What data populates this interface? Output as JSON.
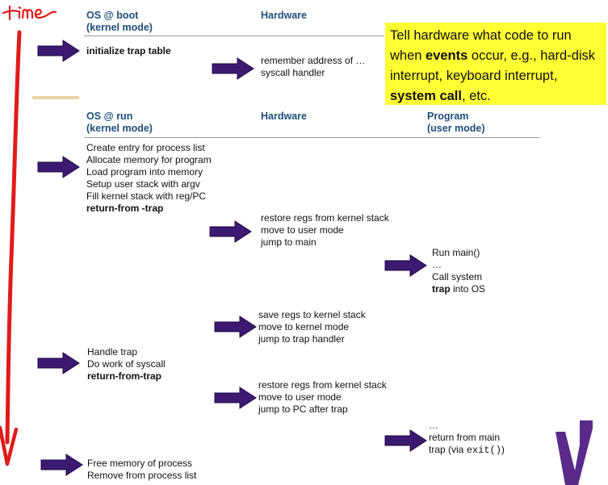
{
  "annotation": {
    "handwritten": "time"
  },
  "boot": {
    "os_header": [
      "OS @ boot",
      "(kernel mode)"
    ],
    "hw_header": "Hardware",
    "os_step": "initialize trap table",
    "hw_step": [
      "remember address of …",
      "syscall handler"
    ]
  },
  "callout": {
    "parts": [
      {
        "t": "Tell hardware what code to run when ",
        "b": false
      },
      {
        "t": "events",
        "b": true
      },
      {
        "t": " occur, e.g., hard-disk interrupt, keyboard interrupt, ",
        "b": false
      },
      {
        "t": "system call",
        "b": true
      },
      {
        "t": ", etc.",
        "b": false
      }
    ]
  },
  "run": {
    "os_header": [
      "OS @ run",
      "(kernel mode)"
    ],
    "hw_header": "Hardware",
    "prog_header": [
      "Program",
      "(user mode)"
    ],
    "os_block1": [
      "Create entry for process list",
      "Allocate memory for program",
      "Load program into memory",
      "Setup user stack with argv",
      "Fill kernel stack with reg/PC",
      "return-from -trap"
    ],
    "hw_block1": [
      "restore regs from kernel stack",
      "move to user mode",
      "jump to main"
    ],
    "prog_block1": [
      "Run main()",
      "…",
      "Call system",
      "trap",
      " into OS"
    ],
    "hw_block2": [
      "save regs to kernel stack",
      "move to kernel mode",
      "jump to trap handler"
    ],
    "os_block2": [
      "Handle trap",
      "Do work of syscall",
      "return-from-trap"
    ],
    "hw_block3": [
      "restore regs from kernel stack",
      "move to user mode",
      "jump to PC after trap"
    ],
    "prog_block2": [
      "…",
      "return from main",
      "trap (via ",
      "exit()",
      ")"
    ],
    "os_block3": [
      "Free memory of process",
      "Remove from process list"
    ]
  },
  "colors": {
    "arrow": "#3d1a72",
    "arrow_stroke": "#1d0a40",
    "header": "#1f4e79",
    "callout_bg": "#ffff33",
    "time_red": "#e01b1b",
    "logo": "#5a2a8a"
  }
}
